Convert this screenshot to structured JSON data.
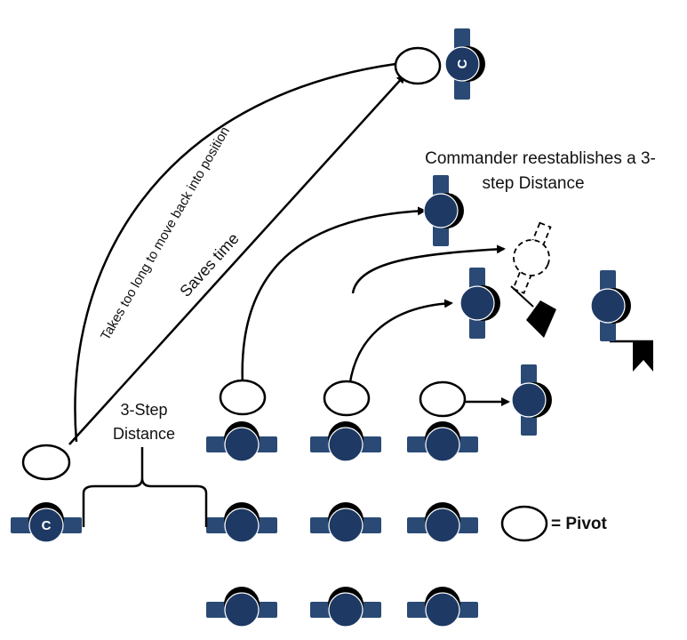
{
  "labels": {
    "commander_reestablishes_line1": "Commander reestablishes a 3-",
    "commander_reestablishes_line2": "step Distance",
    "saves_time": "Saves time",
    "takes_too_long": "Takes too long to move back into position",
    "three_step_line1": "3-Step",
    "three_step_line2": "Distance",
    "pivot_legend": "= Pivot",
    "commander_marker": "C"
  },
  "colors": {
    "soldier_fill": "#1e3a64",
    "soldier_arms": "#2a4a75",
    "shadow": "#000000",
    "stroke": "#000000"
  }
}
